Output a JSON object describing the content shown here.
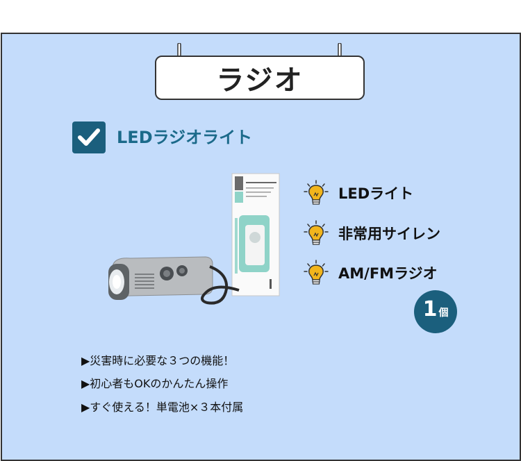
{
  "sign": {
    "title": "ラジオ"
  },
  "product": {
    "name": "LEDラジオライト",
    "checked": true,
    "image": "led-radio-light-photo"
  },
  "features": [
    {
      "icon": "lightbulb-icon",
      "label": "LEDライト"
    },
    {
      "icon": "lightbulb-icon",
      "label": "非常用サイレン"
    },
    {
      "icon": "lightbulb-icon",
      "label": "AM/FMラジオ"
    }
  ],
  "quantity": {
    "number": "1",
    "unit": "個"
  },
  "notes": [
    "▶災害時に必要な３つの機能！",
    "▶初心者もOKのかんたん操作",
    "▶すぐ使える！単電池×３本付属"
  ],
  "colors": {
    "panel_bg": "#c4dcfb",
    "accent": "#1b5f7d",
    "bulb": "#f2b51c"
  }
}
